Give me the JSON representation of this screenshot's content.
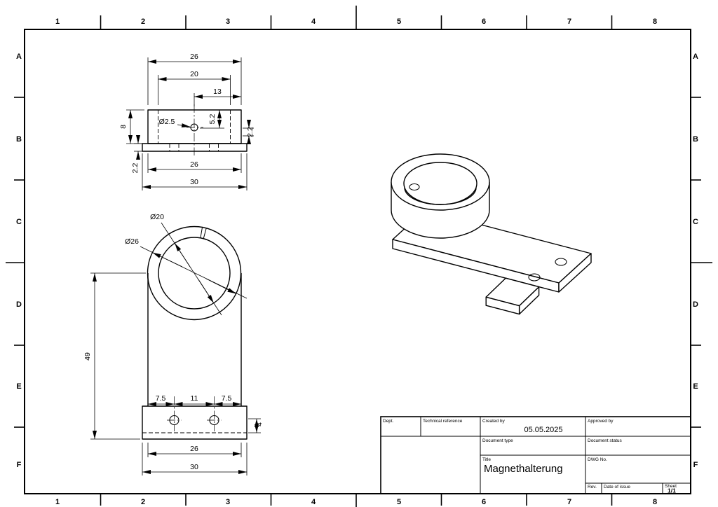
{
  "sheet": {
    "cols": [
      "1",
      "2",
      "3",
      "4",
      "5",
      "6",
      "7",
      "8"
    ],
    "rows": [
      "A",
      "B",
      "C",
      "D",
      "E",
      "F"
    ]
  },
  "title_block": {
    "dept_label": "Dept.",
    "technical_reference_label": "Technical reference",
    "created_by_label": "Created by",
    "created_by_value": "05.05.2025",
    "approved_by_label": "Approved by",
    "document_type_label": "Document type",
    "document_status_label": "Document status",
    "title_label": "Title",
    "title_value": "Magnethalterung",
    "dwg_no_label": "DWG No.",
    "rev_label": "Rev.",
    "date_of_issue_label": "Date of issue",
    "sheet_label": "Sheet",
    "sheet_value": "1/1"
  },
  "top_view": {
    "dim_26_top": "26",
    "dim_20": "20",
    "dim_13": "13",
    "dim_8": "8",
    "dim_hole": "Ø2.5",
    "dim_5_2": "5.2",
    "dim_2_2_right": "2.2",
    "dim_2_2_left": "2.2",
    "dim_26_bottom": "26",
    "dim_30": "30"
  },
  "front_view": {
    "dim_d20": "Ø20",
    "dim_d26": "Ø26",
    "dim_49": "49",
    "dim_7_5_left": "7.5",
    "dim_11": "11",
    "dim_7_5_right": "7.5",
    "dim_4": "4",
    "dim_26": "26",
    "dim_30": "30"
  }
}
